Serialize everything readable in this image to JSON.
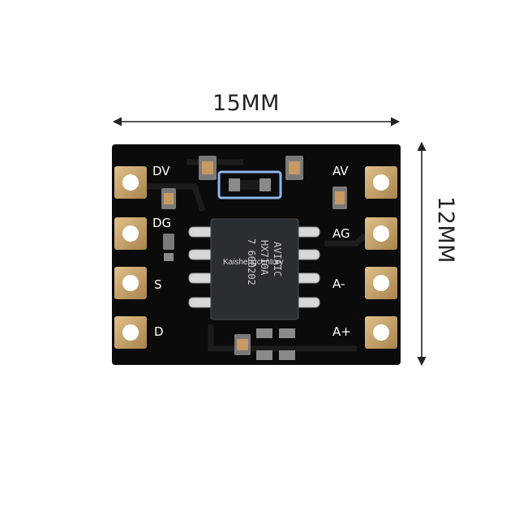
{
  "dimensions": {
    "width_label": "15MM",
    "height_label": "12MM"
  },
  "silkscreen": {
    "left": [
      "DV",
      "DG",
      "S",
      "D"
    ],
    "right": [
      "AV",
      "AG",
      "A-",
      "A+"
    ]
  },
  "chip": {
    "line1": "AVIAIC",
    "line2": "HX710A",
    "line3": "7 600202"
  },
  "watermark": "Kaishengcentury",
  "colors": {
    "board": "#0a0a0a",
    "pad": "#c9a46a",
    "silk": "#ffffff",
    "chip": "#2a2d30"
  },
  "icons": [
    "dimension-arrow-horizontal",
    "dimension-arrow-vertical"
  ]
}
